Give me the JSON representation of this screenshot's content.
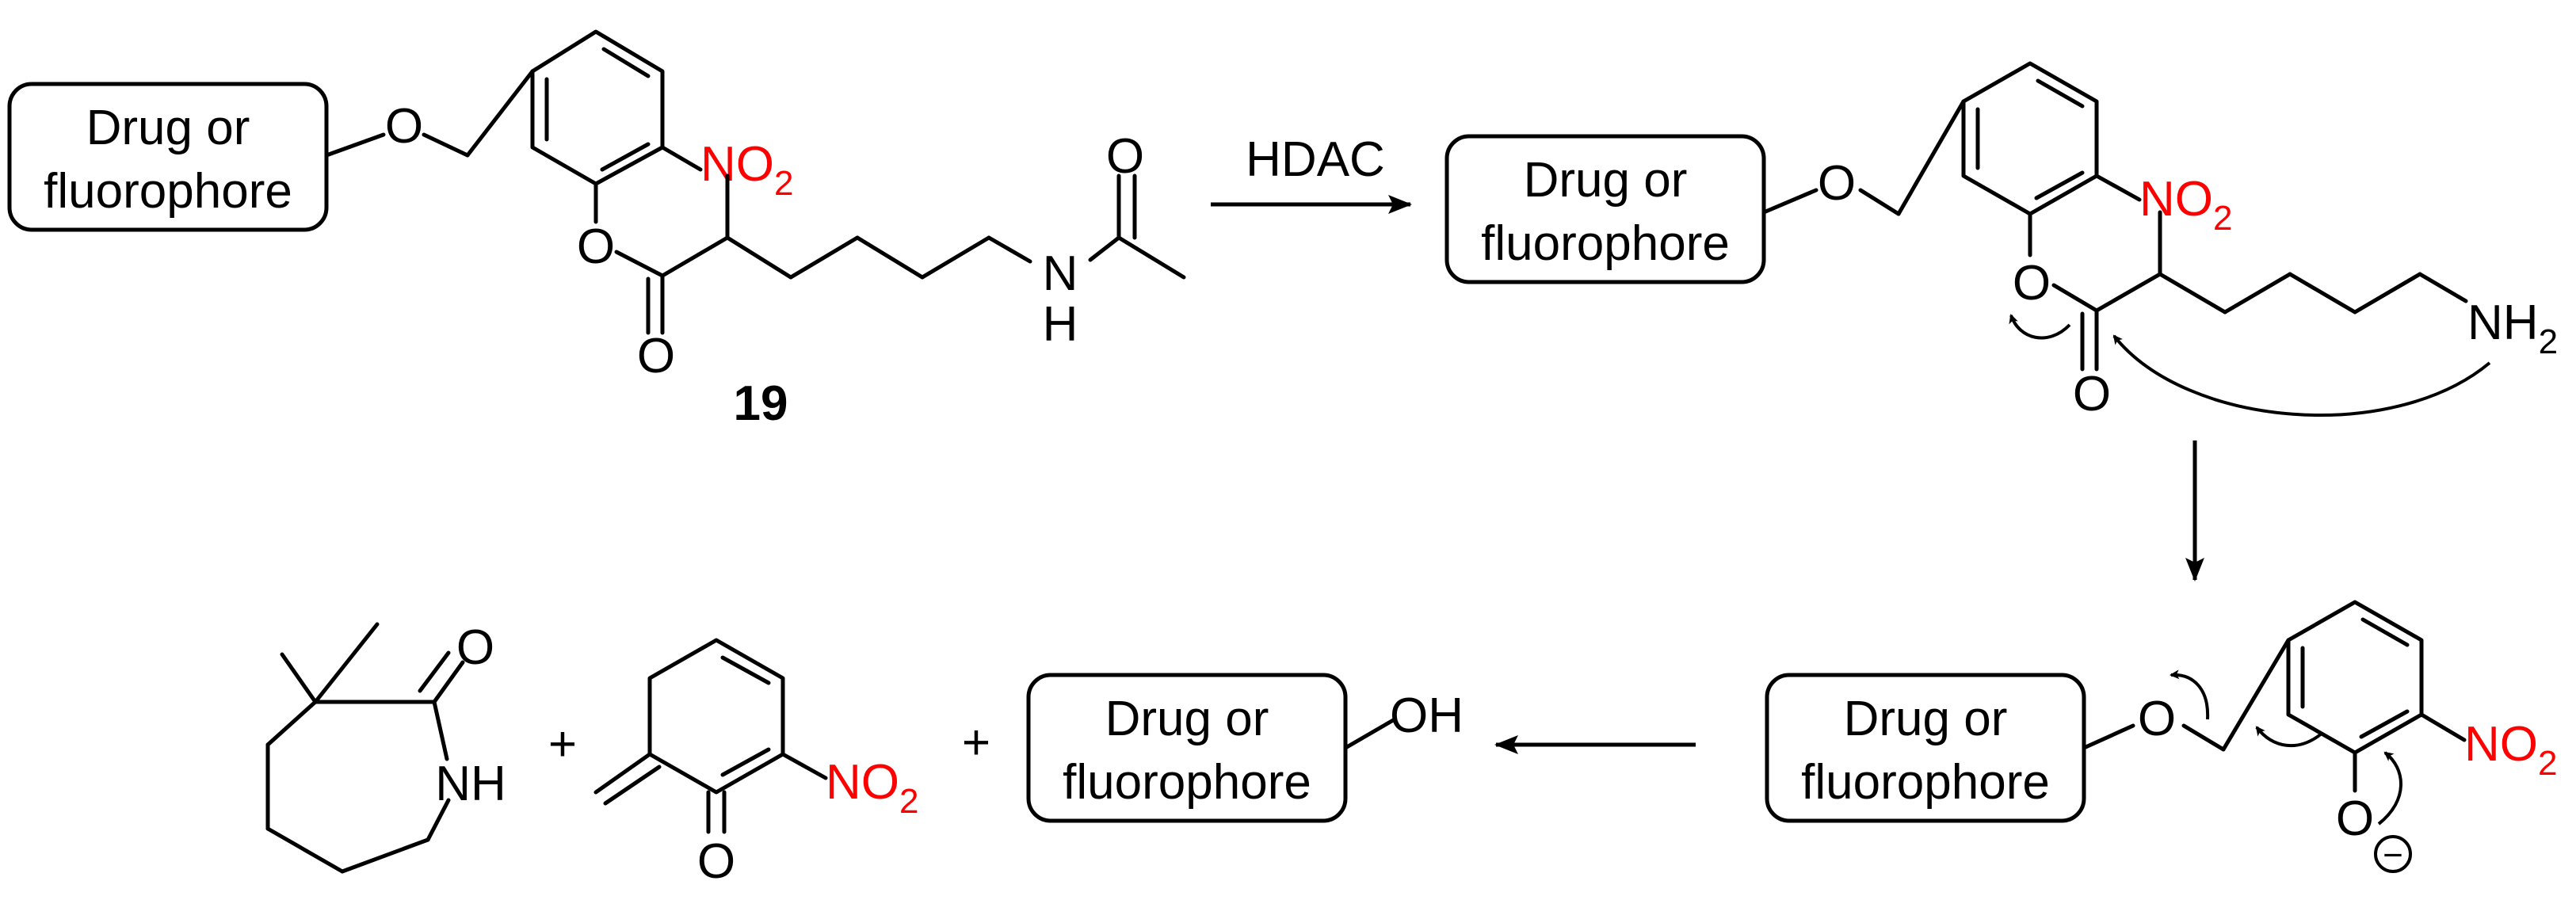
{
  "box_text": {
    "line1": "Drug or",
    "line2": "fluorophore"
  },
  "atoms": {
    "O": "O",
    "N": "N",
    "H": "H",
    "NH": "NH",
    "OH": "OH",
    "NO2_main": "NO",
    "NO2_sub": "2",
    "NH2_main": "NH",
    "NH2_sub": "2",
    "anion": "O",
    "minus": "−"
  },
  "labels": {
    "compound": "19",
    "enzyme": "HDAC",
    "plus": "+"
  },
  "colors": {
    "bond": "#000000",
    "nitro": "#ff0000"
  }
}
